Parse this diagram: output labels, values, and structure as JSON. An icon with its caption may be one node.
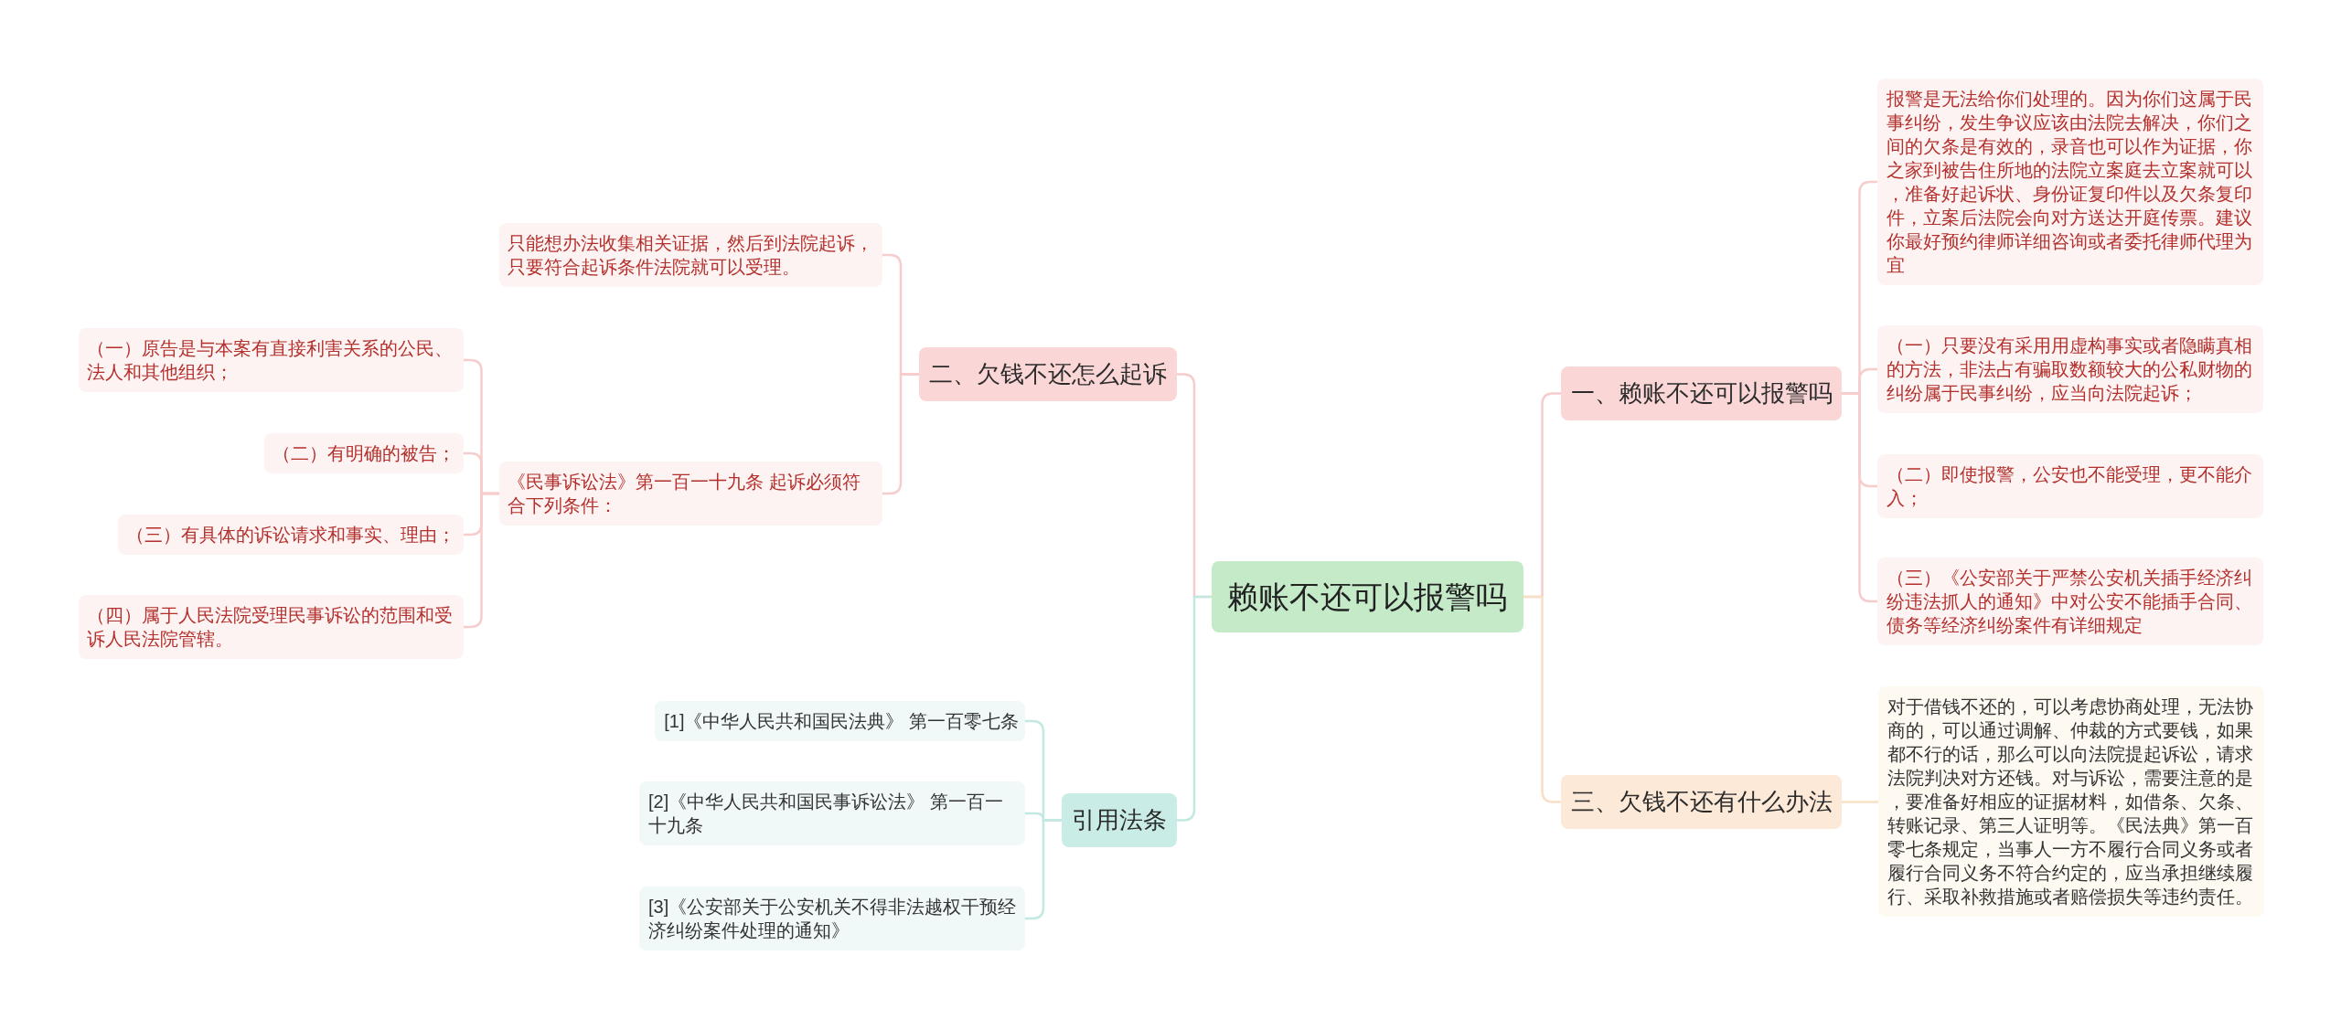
{
  "diagram": {
    "nodes": [
      {
        "text": [
          "赖账不还可以报警吗"
        ]
      },
      {
        "text": [
          "一、赖账不还可以报警吗"
        ]
      },
      {
        "text": [
          "报警是无法给你们处理的。因为你们这属于民事纠纷，发生争议应该由法院去解决，你们之间的欠条是有效的，录音也可以作为证据，你之家到被告住所地的法院立案庭去立案就可以，准备好起诉状、身份证复印件以及欠条复印件，立案后法院会向对方送达开庭传票。建议你最好预约律师详细咨询或者委托律师代理为宜"
        ]
      },
      {
        "text": [
          "（一）只要没有采用用虚构事实或者隐瞒真相的方法，非法占有骗取数额较大的公私财物的纠纷属于民事纠纷，应当向法院起诉；"
        ]
      },
      {
        "text": [
          "（二）即使报警，公安也不能受理，更不能介入；"
        ]
      },
      {
        "text": [
          "（三）《公安部关于严禁公安机关插手经济纠纷违法抓人的通知》中对公安不能插手合同、债务等经济纠纷案件有详细规定"
        ]
      },
      {
        "text": [
          "二、欠钱不还怎么起诉"
        ]
      },
      {
        "text": [
          "只能想办法收集相关证据，然后到法院起诉，只要符合起诉条件法院就可以受理。"
        ]
      },
      {
        "text": [
          "《民事诉讼法》第一百一十九条 起诉必须符合下列条件："
        ]
      },
      {
        "text": [
          "（一）原告是与本案有直接利害关系的公民、法人和其他组织；"
        ]
      },
      {
        "text": [
          "（二）有明确的被告；"
        ]
      },
      {
        "text": [
          "（三）有具体的诉讼请求和事实、理由；"
        ]
      },
      {
        "text": [
          "（四）属于人民法院受理民事诉讼的范围和受诉人民法院管辖。"
        ]
      },
      {
        "text": [
          "三、欠钱不还有什么办法"
        ]
      },
      {
        "text": [
          "对于借钱不还的，可以考虑协商处理，无法协商的，可以通过调解、仲裁的方式要钱，如果都不行的话，那么可以向法院提起诉讼，请求法院判决对方还钱。对与诉讼，需要注意的是，要准备好相应的证据材料，如借条、欠条、转账记录、第三人证明等。《民法典》第一百零七条规定，当事人一方不履行合同义务或者履行合同义务不符合约定的，应当承担继续履行、采取补救措施或者赔偿损失等违约责任。"
        ]
      },
      {
        "text": [
          "引用法条"
        ]
      },
      {
        "text": [
          "[1]《中华人民共和国民法典》 第一百零七条"
        ]
      },
      {
        "text": [
          "[2]《中华人民共和国民事诉讼法》 第一百一十九条"
        ]
      },
      {
        "text": [
          "[3]《公安部关于公安机关不得非法越权干预经济纠纷案件处理的通知》"
        ]
      }
    ],
    "edges": [
      {
        "from": 0,
        "to": 1,
        "arrow": "none"
      },
      {
        "from": 1,
        "to": 2,
        "arrow": "none"
      },
      {
        "from": 1,
        "to": 3,
        "arrow": "none"
      },
      {
        "from": 1,
        "to": 4,
        "arrow": "none"
      },
      {
        "from": 1,
        "to": 5,
        "arrow": "none"
      },
      {
        "from": 0,
        "to": 6,
        "arrow": "none"
      },
      {
        "from": 6,
        "to": 7,
        "arrow": "none"
      },
      {
        "from": 6,
        "to": 8,
        "arrow": "none"
      },
      {
        "from": 8,
        "to": 9,
        "arrow": "none"
      },
      {
        "from": 8,
        "to": 10,
        "arrow": "none"
      },
      {
        "from": 8,
        "to": 11,
        "arrow": "none"
      },
      {
        "from": 8,
        "to": 12,
        "arrow": "none"
      },
      {
        "from": 0,
        "to": 13,
        "arrow": "none",
        "color": "#f8e0c6"
      },
      {
        "from": 13,
        "to": 14,
        "arrow": "none",
        "color": "#f8e0c6"
      },
      {
        "from": 0,
        "to": 15,
        "arrow": "none",
        "color": "#c2e9e1"
      },
      {
        "from": 15,
        "to": 16,
        "arrow": "none",
        "color": "#c2e9e1"
      },
      {
        "from": 15,
        "to": 17,
        "arrow": "none",
        "color": "#c2e9e1"
      },
      {
        "from": 15,
        "to": 18,
        "arrow": "none",
        "color": "#c2e9e1"
      }
    ]
  }
}
